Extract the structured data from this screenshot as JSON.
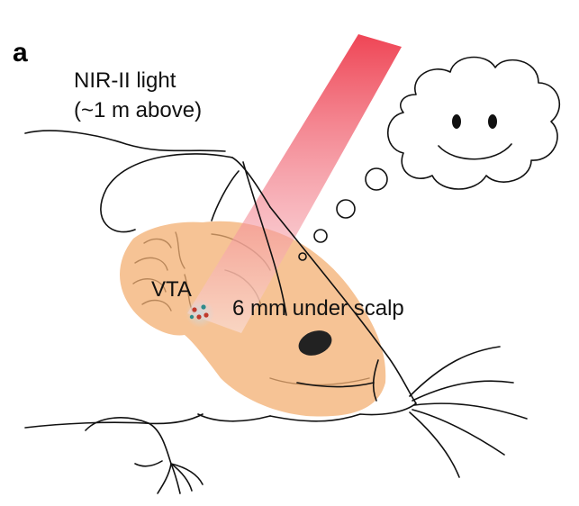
{
  "panel_label": "a",
  "light_label_line1": "NIR-II light",
  "light_label_line2": "(~1 m above)",
  "target_label": "VTA",
  "depth_label": "6 mm under scalp",
  "colors": {
    "brain": "#f6c395",
    "light_beam_top": "#ee3b4c",
    "light_beam_bottom": "#fbe4e6",
    "vta_dots": "#c0392b",
    "vta_dots_alt": "#2e8b8b",
    "eye": "#222222",
    "outline": "#111111"
  }
}
